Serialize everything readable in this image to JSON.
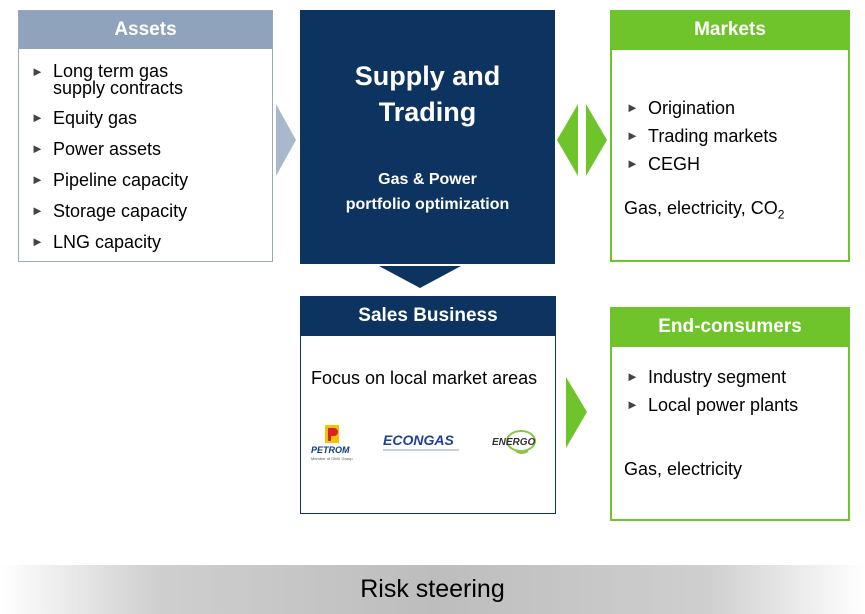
{
  "assets": {
    "title": "Assets",
    "items": [
      {
        "line1": "Long term gas",
        "line2": "supply contracts"
      },
      {
        "line1": "Equity gas"
      },
      {
        "line1": "Power assets"
      },
      {
        "line1": "Pipeline capacity"
      },
      {
        "line1": "Storage capacity"
      },
      {
        "line1": "LNG capacity"
      }
    ]
  },
  "supply": {
    "title_line1": "Supply and",
    "title_line2": "Trading",
    "sub_line1": "Gas & Power",
    "sub_line2": "portfolio optimization"
  },
  "markets": {
    "title": "Markets",
    "items": [
      "Origination",
      "Trading markets",
      "CEGH"
    ],
    "note_prefix": "Gas, electricity, CO",
    "note_sub": "2"
  },
  "sales": {
    "title": "Sales Business",
    "note": "Focus on local market areas",
    "logos": {
      "petrom": "PETROM",
      "petrom_tagline": "Member of OMV Group",
      "econgas": "ECONGAS",
      "enerco": "ENERGO"
    }
  },
  "end_consumers": {
    "title": "End-consumers",
    "items": [
      "Industry segment",
      "Local power plants"
    ],
    "note": "Gas, electricity"
  },
  "risk": {
    "label": "Risk steering"
  },
  "colors": {
    "navy": "#0d3360",
    "green": "#6fc42c",
    "steel": "#8fa3bc"
  }
}
